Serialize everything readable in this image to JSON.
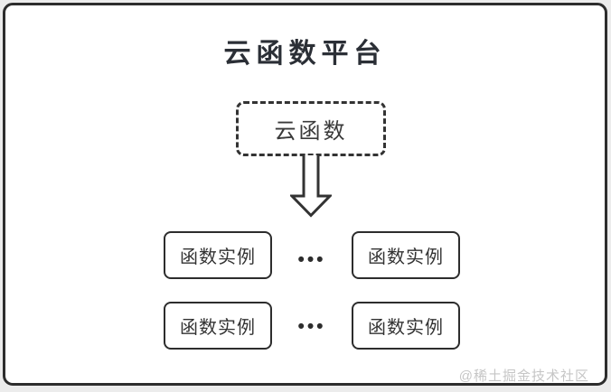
{
  "diagram": {
    "title": "云函数平台",
    "cloud_function": {
      "label": "云函数"
    },
    "rows": [
      {
        "left": "函数实例",
        "ellipsis": "•••",
        "right": "函数实例"
      },
      {
        "left": "函数实例",
        "ellipsis": "•••",
        "right": "函数实例"
      }
    ]
  },
  "watermark": {
    "label": "@稀土掘金技术社区"
  },
  "colors": {
    "stroke": "#2d2d2d",
    "title_text": "#2b2f36",
    "box_text": "#333333",
    "watermark_text": "#c6c6c6",
    "canvas_background": "#ffffff",
    "page_background": "#ececec"
  }
}
